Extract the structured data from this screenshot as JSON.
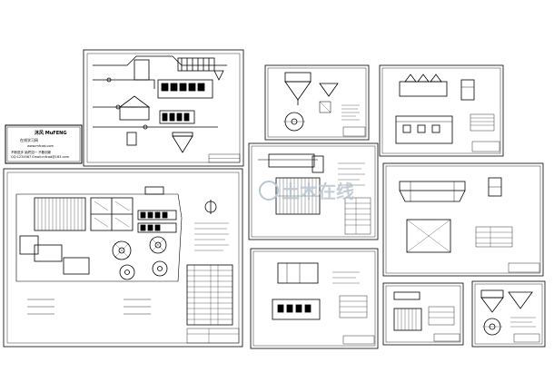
{
  "site": {
    "name": "沐风",
    "name_en": "MuFENG",
    "subtitle": "在线学习网",
    "url": "www.mfcad.com",
    "tagline": "不断进步 始终如一 不断创新",
    "contact": "QQ:1234567 Email:mfcad@163.com"
  },
  "watermark": {
    "text": "土木在线"
  },
  "colors": {
    "ink": "#000000",
    "paper": "#ffffff",
    "watermark": "#b9c6d3"
  }
}
